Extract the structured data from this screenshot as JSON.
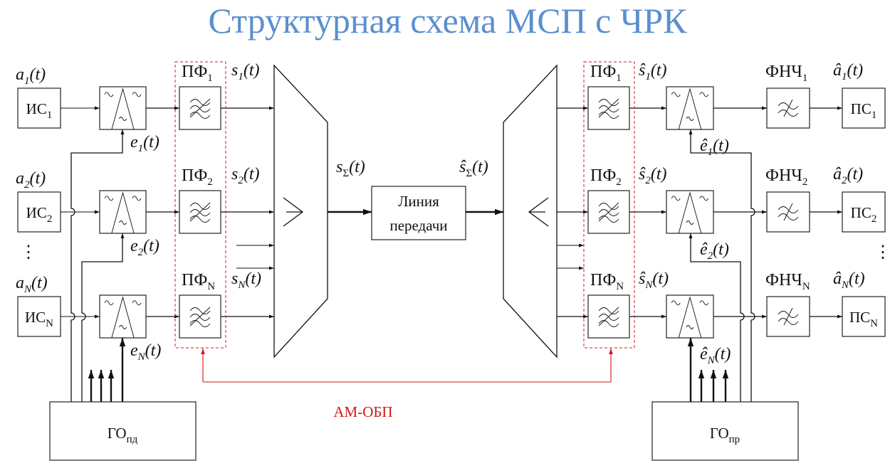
{
  "title": "Структурная схема МСП с ЧРК",
  "colors": {
    "title": "#5b8fcf",
    "modulation": "#d01818",
    "lines": "#111111"
  },
  "icons": [
    "filter-icon",
    "modulator-icon",
    "multiplexer-trapezoid",
    "branch-arrow-icon"
  ],
  "transmitter": {
    "sources": [
      {
        "main": "ИС",
        "sub": "1",
        "signal": "a",
        "signal_sub": "1",
        "arg": "(t)"
      },
      {
        "main": "ИС",
        "sub": "2",
        "signal": "a",
        "signal_sub": "2",
        "arg": "(t)"
      },
      {
        "main": "ИС",
        "sub": "N",
        "signal": "a",
        "signal_sub": "N",
        "arg": "(t)"
      }
    ],
    "carriers": [
      {
        "name": "e",
        "sub": "1",
        "arg": "(t)"
      },
      {
        "name": "e",
        "sub": "2",
        "arg": "(t)"
      },
      {
        "name": "e",
        "sub": "N",
        "arg": "(t)"
      }
    ],
    "filters": [
      {
        "main": "ПФ",
        "sub": "1",
        "out": "s",
        "out_sub": "1",
        "arg": "(t)"
      },
      {
        "main": "ПФ",
        "sub": "2",
        "out": "s",
        "out_sub": "2",
        "arg": "(t)"
      },
      {
        "main": "ПФ",
        "sub": "N",
        "out": "s",
        "out_sub": "N",
        "arg": "(t)"
      }
    ],
    "oscillator": {
      "main": "ГО",
      "sub": "пд"
    }
  },
  "channel": {
    "sum_signal": {
      "name": "s",
      "sub": "Σ",
      "arg": "(t)"
    },
    "recv_sum_signal": {
      "name": "ŝ",
      "sub": "Σ",
      "arg": "(t)"
    },
    "line_label_1": "Линия",
    "line_label_2": "передачи"
  },
  "receiver": {
    "filters": [
      {
        "main": "ПФ",
        "sub": "1",
        "out": "ŝ",
        "out_sub": "1",
        "arg": "(t)"
      },
      {
        "main": "ПФ",
        "sub": "2",
        "out": "ŝ",
        "out_sub": "2",
        "arg": "(t)"
      },
      {
        "main": "ПФ",
        "sub": "N",
        "out": "ŝ",
        "out_sub": "N",
        "arg": "(t)"
      }
    ],
    "carriers": [
      {
        "name": "ê",
        "sub": "1",
        "arg": "(t)"
      },
      {
        "name": "ê",
        "sub": "2",
        "arg": "(t)"
      },
      {
        "name": "ê",
        "sub": "N",
        "arg": "(t)"
      }
    ],
    "lowpass": [
      {
        "main": "ФНЧ",
        "sub": "1"
      },
      {
        "main": "ФНЧ",
        "sub": "2"
      },
      {
        "main": "ФНЧ",
        "sub": "N"
      }
    ],
    "sinks": [
      {
        "main": "ПС",
        "sub": "1",
        "signal": "â",
        "signal_sub": "1",
        "arg": "(t)"
      },
      {
        "main": "ПС",
        "sub": "2",
        "signal": "â",
        "signal_sub": "2",
        "arg": "(t)"
      },
      {
        "main": "ПС",
        "sub": "N",
        "signal": "â",
        "signal_sub": "N",
        "arg": "(t)"
      }
    ],
    "oscillator": {
      "main": "ГО",
      "sub": "пр"
    }
  },
  "modulation_label": "АМ-ОБП",
  "ellipsis": "⋮"
}
